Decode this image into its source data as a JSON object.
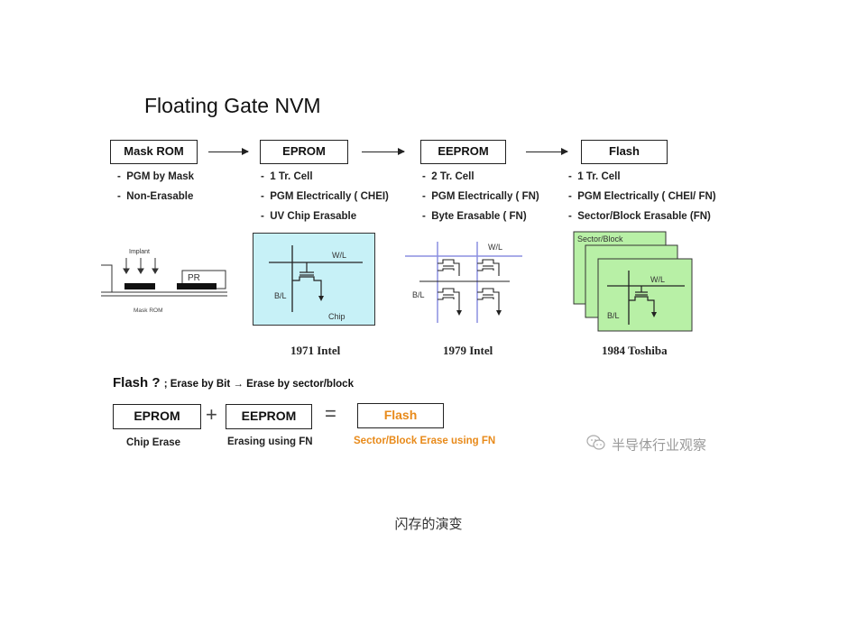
{
  "title": "Floating Gate NVM",
  "stages": [
    {
      "label": "Mask ROM",
      "bullets": [
        "PGM by Mask",
        "Non-Erasable"
      ],
      "caption": ""
    },
    {
      "label": "EPROM",
      "bullets": [
        "1 Tr. Cell",
        "PGM Electrically ( CHEI)",
        "UV Chip Erasable"
      ],
      "caption": "1971 Intel"
    },
    {
      "label": "EEPROM",
      "bullets": [
        "2 Tr. Cell",
        "PGM Electrically ( FN)",
        "Byte Erasable ( FN)"
      ],
      "caption": "1979 Intel"
    },
    {
      "label": "Flash",
      "bullets": [
        "1 Tr. Cell",
        "PGM Electrically ( CHEI/ FN)",
        "Sector/Block Erasable (FN)"
      ],
      "caption": "1984 Toshiba"
    }
  ],
  "diagram_labels": {
    "implant": "Implant",
    "pr": "PR",
    "mask_rom": "Mask ROM",
    "wl": "W/L",
    "bl": "B/L",
    "chip": "Chip",
    "sector_block": "Sector/Block"
  },
  "equation": {
    "heading": "Flash ?",
    "heading_sub": "; Erase by Bit → Erase by sector/block",
    "term1": "EPROM",
    "term1_caption": "Chip Erase",
    "op1": "+",
    "term2": "EEPROM",
    "term2_caption": "Erasing using FN",
    "op2": "=",
    "result": "Flash",
    "result_caption": "Sector/Block Erase using FN"
  },
  "watermark": "半导体行业观察",
  "caption": "闪存的演变",
  "colors": {
    "eprom_fill": "#c7f1f7",
    "flash_fill": "#b8f0a6",
    "flash_accent": "#e88a1a",
    "line_blue": "#8b8fe0"
  }
}
